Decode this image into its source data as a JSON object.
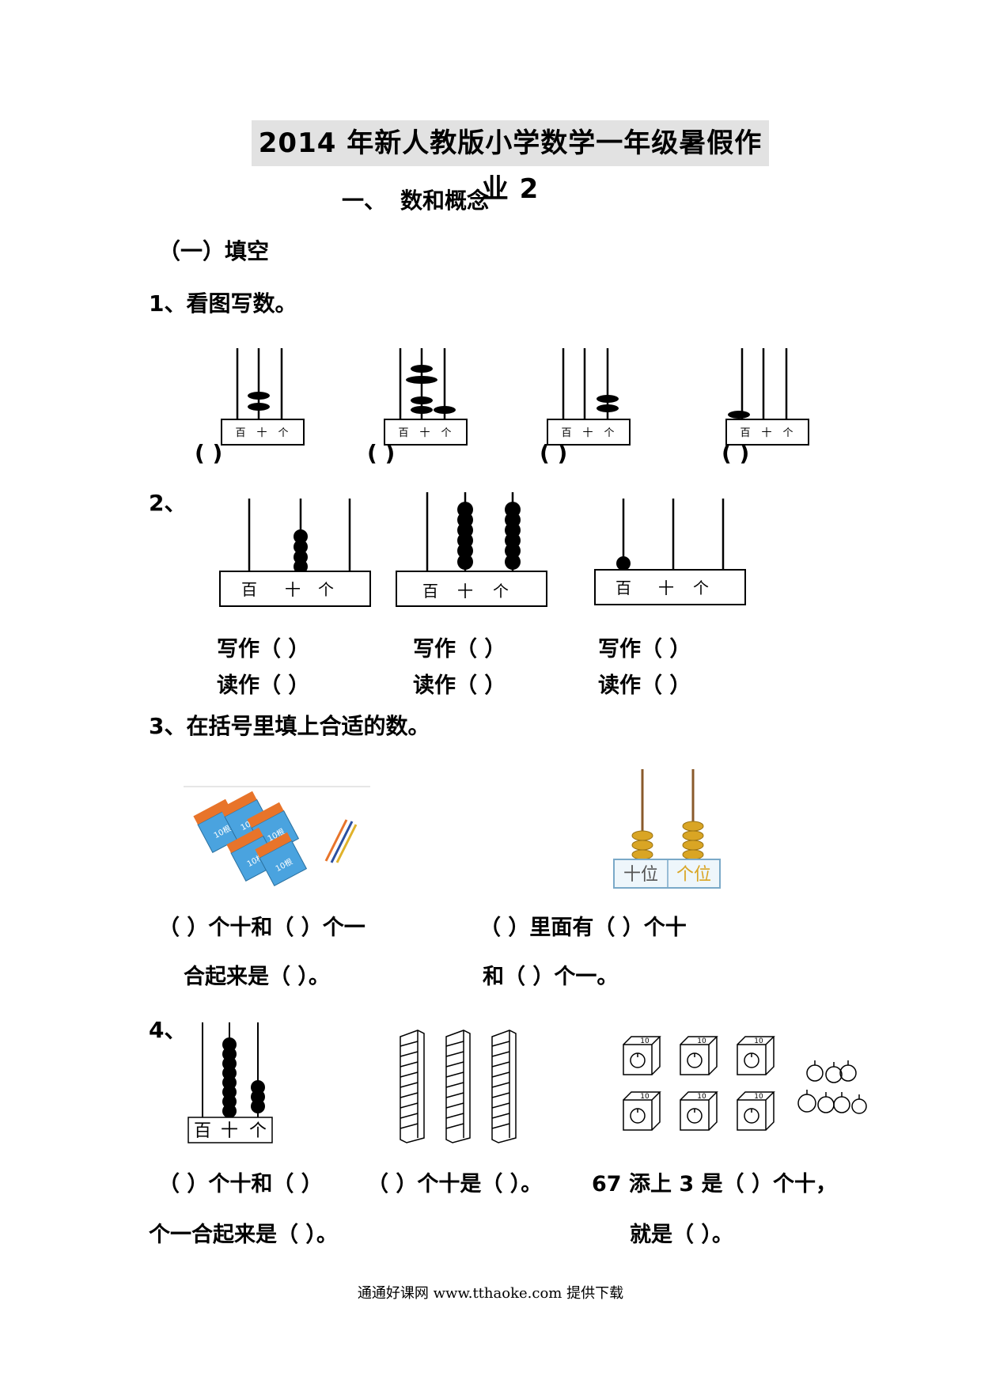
{
  "title": "2014 年新人教版小学数学一年级暑假作业 2",
  "section": {
    "num": "一、",
    "name": "数和概念"
  },
  "subsection": "（一）填空",
  "q1": {
    "label": "1、看图写数。",
    "place_labels": [
      "百",
      "十",
      "个"
    ],
    "answer_parens": [
      "(      )",
      "(      )",
      "(      )",
      "(      )"
    ]
  },
  "q2": {
    "label": "2、",
    "place_labels": [
      "百",
      "十",
      "个"
    ],
    "write_label": "写作（        ）",
    "read_label": "读作（        ）"
  },
  "q3": {
    "label": "3、在括号里填上合适的数。",
    "abacus_labels": [
      "十位",
      "个位"
    ],
    "bundle_text": "10根",
    "left_line1": "（    ）个十和（   ）个一",
    "left_line2": "合起来是（      ）。",
    "right_line1": "（   ）里面有（   ）个十",
    "right_line2": "和（        ）个一。"
  },
  "q4": {
    "label": "4、",
    "place_labels": [
      "百",
      "十",
      "个"
    ],
    "box_label": "10",
    "a_line1": "（   ）个十和（   ）",
    "a_line2": "个一合起来是（   ）。",
    "b_line1": "（   ）个十是（   ）。",
    "c_line1": "67 添上 3 是（  ）个十，",
    "c_line2": "就是（     ）。"
  },
  "footer": "通通好课网  www.tthaoke.com  提供下载",
  "colors": {
    "title_bg": "#e2e2e2",
    "bead_gold": "#d9a524",
    "rod_brown": "#8a5a2b",
    "book_blue": "#4aa3df",
    "book_orange": "#e8742a"
  }
}
